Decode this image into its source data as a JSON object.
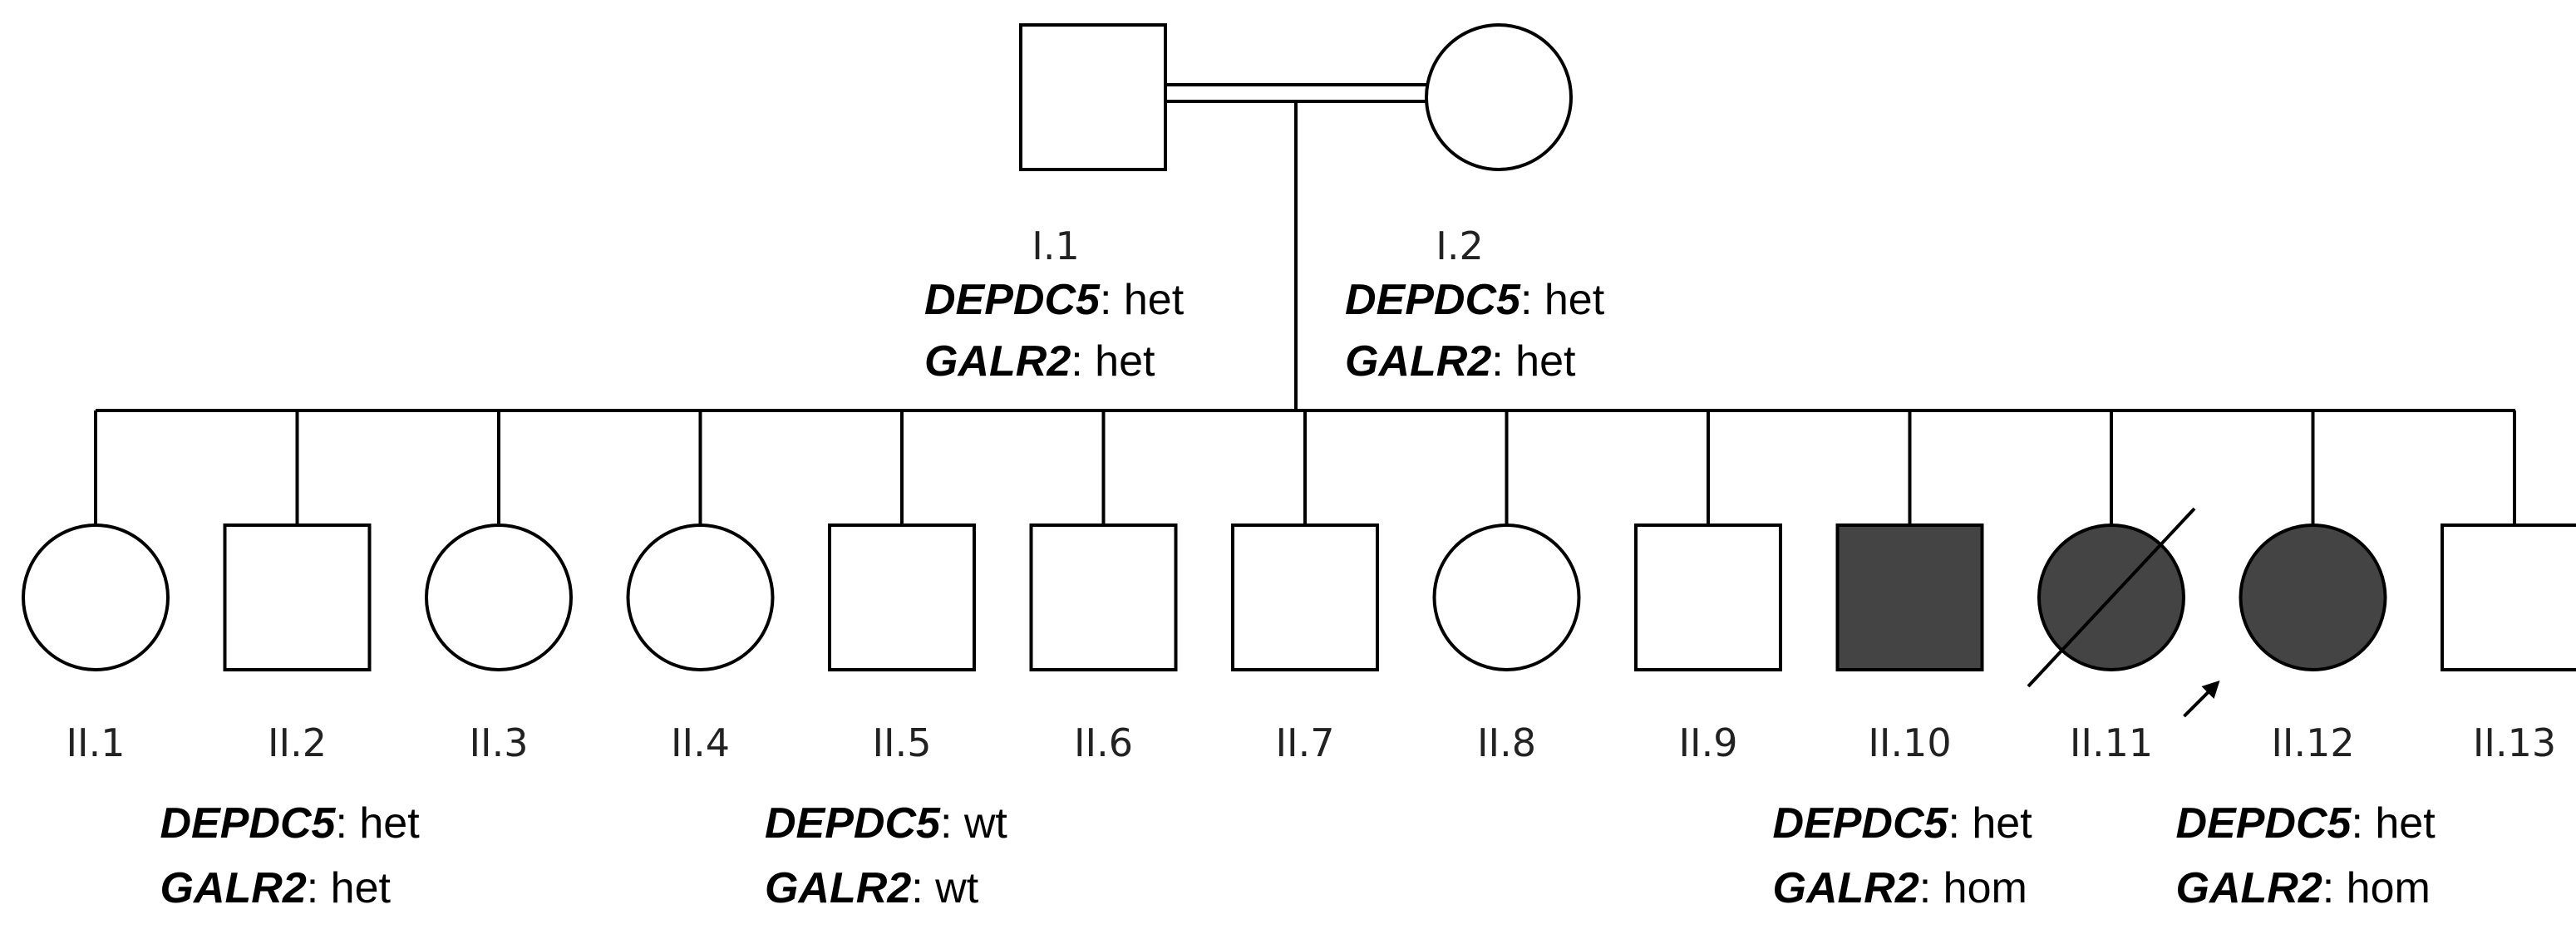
{
  "pedigree": {
    "symbol_colors": {
      "unaffected": "#ffffff",
      "affected": "#444444",
      "outline": "#000000"
    },
    "generation_1": [
      {
        "id": "I.1",
        "sex": "male",
        "affected": false,
        "genotypes": [
          {
            "gene": "DEPDC5",
            "value": ": het"
          },
          {
            "gene": "GALR2",
            "value": ": het"
          }
        ]
      },
      {
        "id": "I.2",
        "sex": "female",
        "affected": false,
        "genotypes": [
          {
            "gene": "DEPDC5",
            "value": ": het"
          },
          {
            "gene": "GALR2",
            "value": ": het"
          }
        ]
      }
    ],
    "consanguineous_mating": true,
    "generation_2": [
      {
        "id": "II.1",
        "sex": "female",
        "affected": false
      },
      {
        "id": "II.2",
        "sex": "male",
        "affected": false,
        "genotypes": [
          {
            "gene": "DEPDC5",
            "value": ": het"
          },
          {
            "gene": "GALR2",
            "value": ": het"
          }
        ]
      },
      {
        "id": "II.3",
        "sex": "female",
        "affected": false
      },
      {
        "id": "II.4",
        "sex": "female",
        "affected": false
      },
      {
        "id": "II.5",
        "sex": "male",
        "affected": false,
        "genotypes": [
          {
            "gene": "DEPDC5",
            "value": ": wt"
          },
          {
            "gene": "GALR2",
            "value": ": wt"
          }
        ]
      },
      {
        "id": "II.6",
        "sex": "male",
        "affected": false
      },
      {
        "id": "II.7",
        "sex": "male",
        "affected": false
      },
      {
        "id": "II.8",
        "sex": "female",
        "affected": false
      },
      {
        "id": "II.9",
        "sex": "male",
        "affected": false
      },
      {
        "id": "II.10",
        "sex": "male",
        "affected": true,
        "genotypes": [
          {
            "gene": "DEPDC5",
            "value": ": het"
          },
          {
            "gene": "GALR2",
            "value": ": hom"
          }
        ]
      },
      {
        "id": "II.11",
        "sex": "female",
        "affected": true,
        "deceased": true
      },
      {
        "id": "II.12",
        "sex": "female",
        "affected": true,
        "proband": true,
        "genotypes": [
          {
            "gene": "DEPDC5",
            "value": ": het"
          },
          {
            "gene": "GALR2",
            "value": ": hom"
          }
        ]
      },
      {
        "id": "II.13",
        "sex": "male",
        "affected": false
      }
    ]
  }
}
